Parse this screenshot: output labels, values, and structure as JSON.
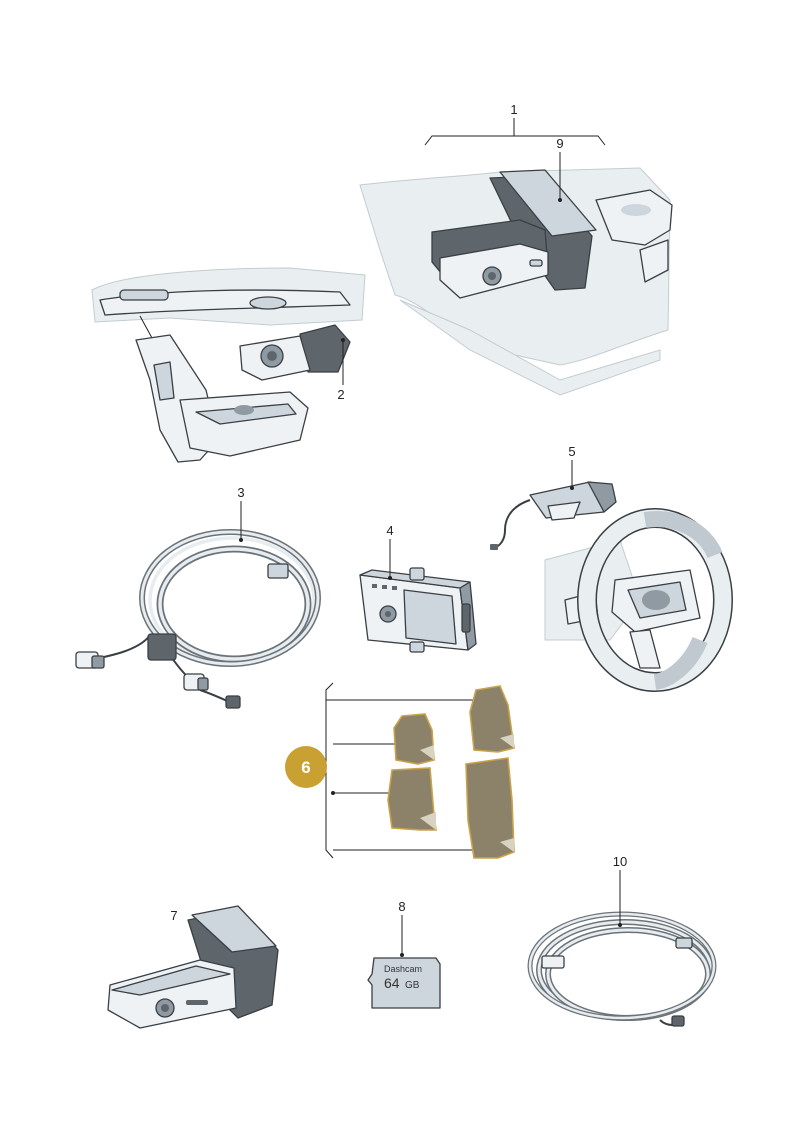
{
  "callouts": {
    "c1": "1",
    "c2": "2",
    "c3": "3",
    "c4": "4",
    "c5": "5",
    "c6": "6",
    "c7": "7",
    "c8": "8",
    "c9": "9",
    "c10": "10"
  },
  "sd_card": {
    "brand": "Dashcam",
    "capacity": "64",
    "unit": "GB"
  },
  "colors": {
    "highlight": "#c9a032",
    "line": "#222222"
  }
}
